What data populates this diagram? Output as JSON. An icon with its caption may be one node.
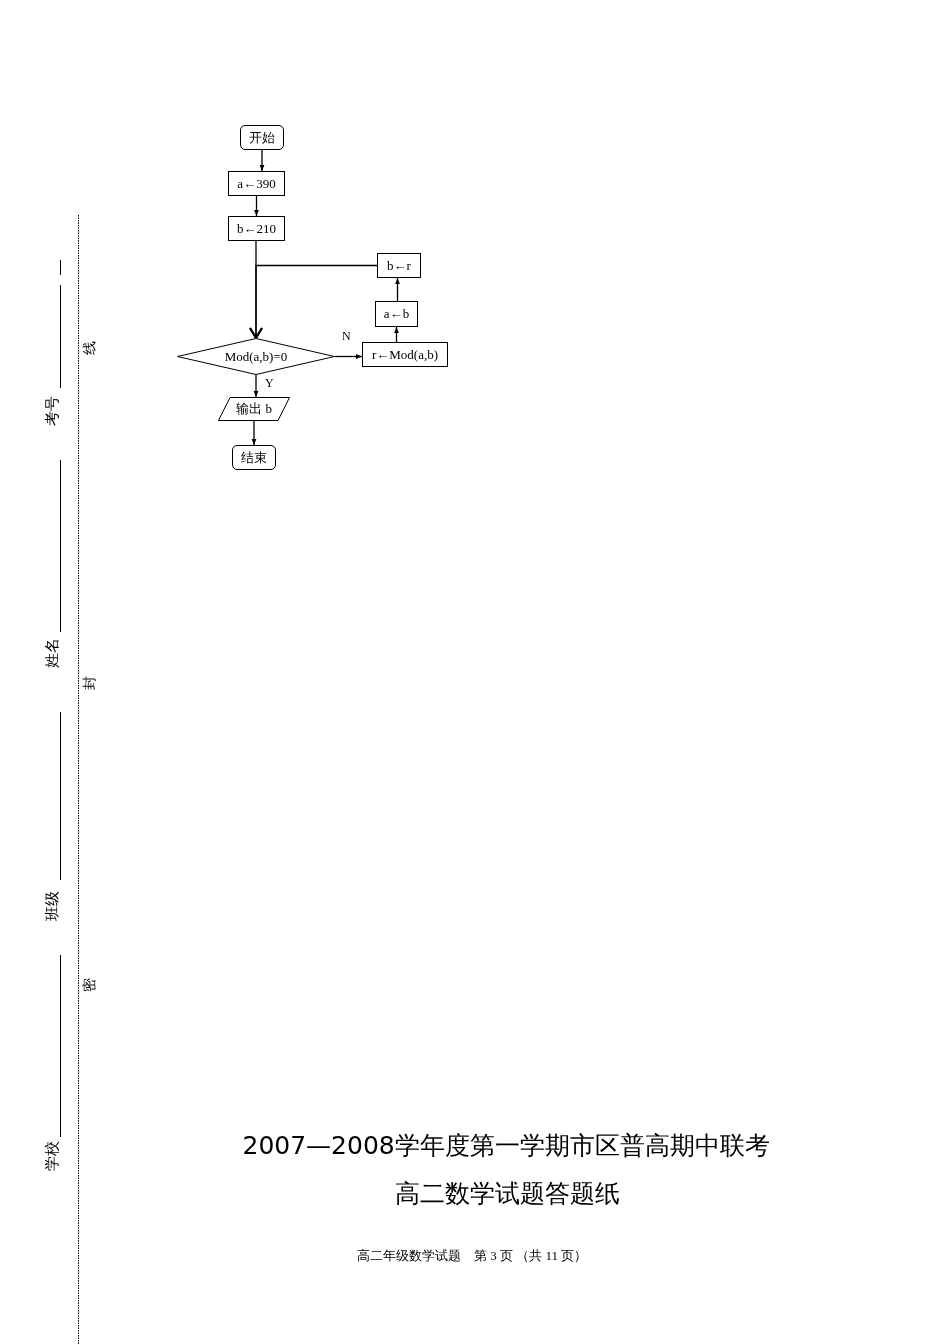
{
  "diagram": {
    "title": "2007—2008学年度第一学期市区普高期中联考",
    "nodes": [
      {
        "text": [
          "开始"
        ]
      },
      {
        "text": [
          "a←390"
        ]
      },
      {
        "text": [
          "b←210"
        ]
      },
      {
        "text": [
          "Mod(a,b)=0"
        ]
      },
      {
        "text": [
          "输出 b"
        ]
      },
      {
        "text": [
          "结束"
        ]
      },
      {
        "text": [
          "r←Mod(a,b)"
        ]
      },
      {
        "text": [
          "a←b"
        ]
      },
      {
        "text": [
          "b←r"
        ]
      }
    ],
    "edges": [
      {
        "from": 0,
        "to": 1,
        "arrow": "to"
      },
      {
        "from": 1,
        "to": 2,
        "arrow": "to"
      },
      {
        "from": 2,
        "to": 3,
        "arrow": "to"
      },
      {
        "from": 3,
        "to": 4,
        "arrow": "to",
        "label": "Y"
      },
      {
        "from": 4,
        "to": 5,
        "arrow": "to"
      },
      {
        "from": 3,
        "to": 6,
        "arrow": "to",
        "label": "N"
      },
      {
        "from": 6,
        "to": 7,
        "arrow": "to"
      },
      {
        "from": 7,
        "to": 8,
        "arrow": "to"
      },
      {
        "from": 8,
        "to": 3,
        "arrow": "to"
      }
    ],
    "labels": [
      "考号",
      "线",
      "姓名",
      "封",
      "班级",
      "密",
      "学校",
      "高二数学试题答题纸",
      "高二年级数学试题　第 3 页 （共 11 页）"
    ]
  }
}
